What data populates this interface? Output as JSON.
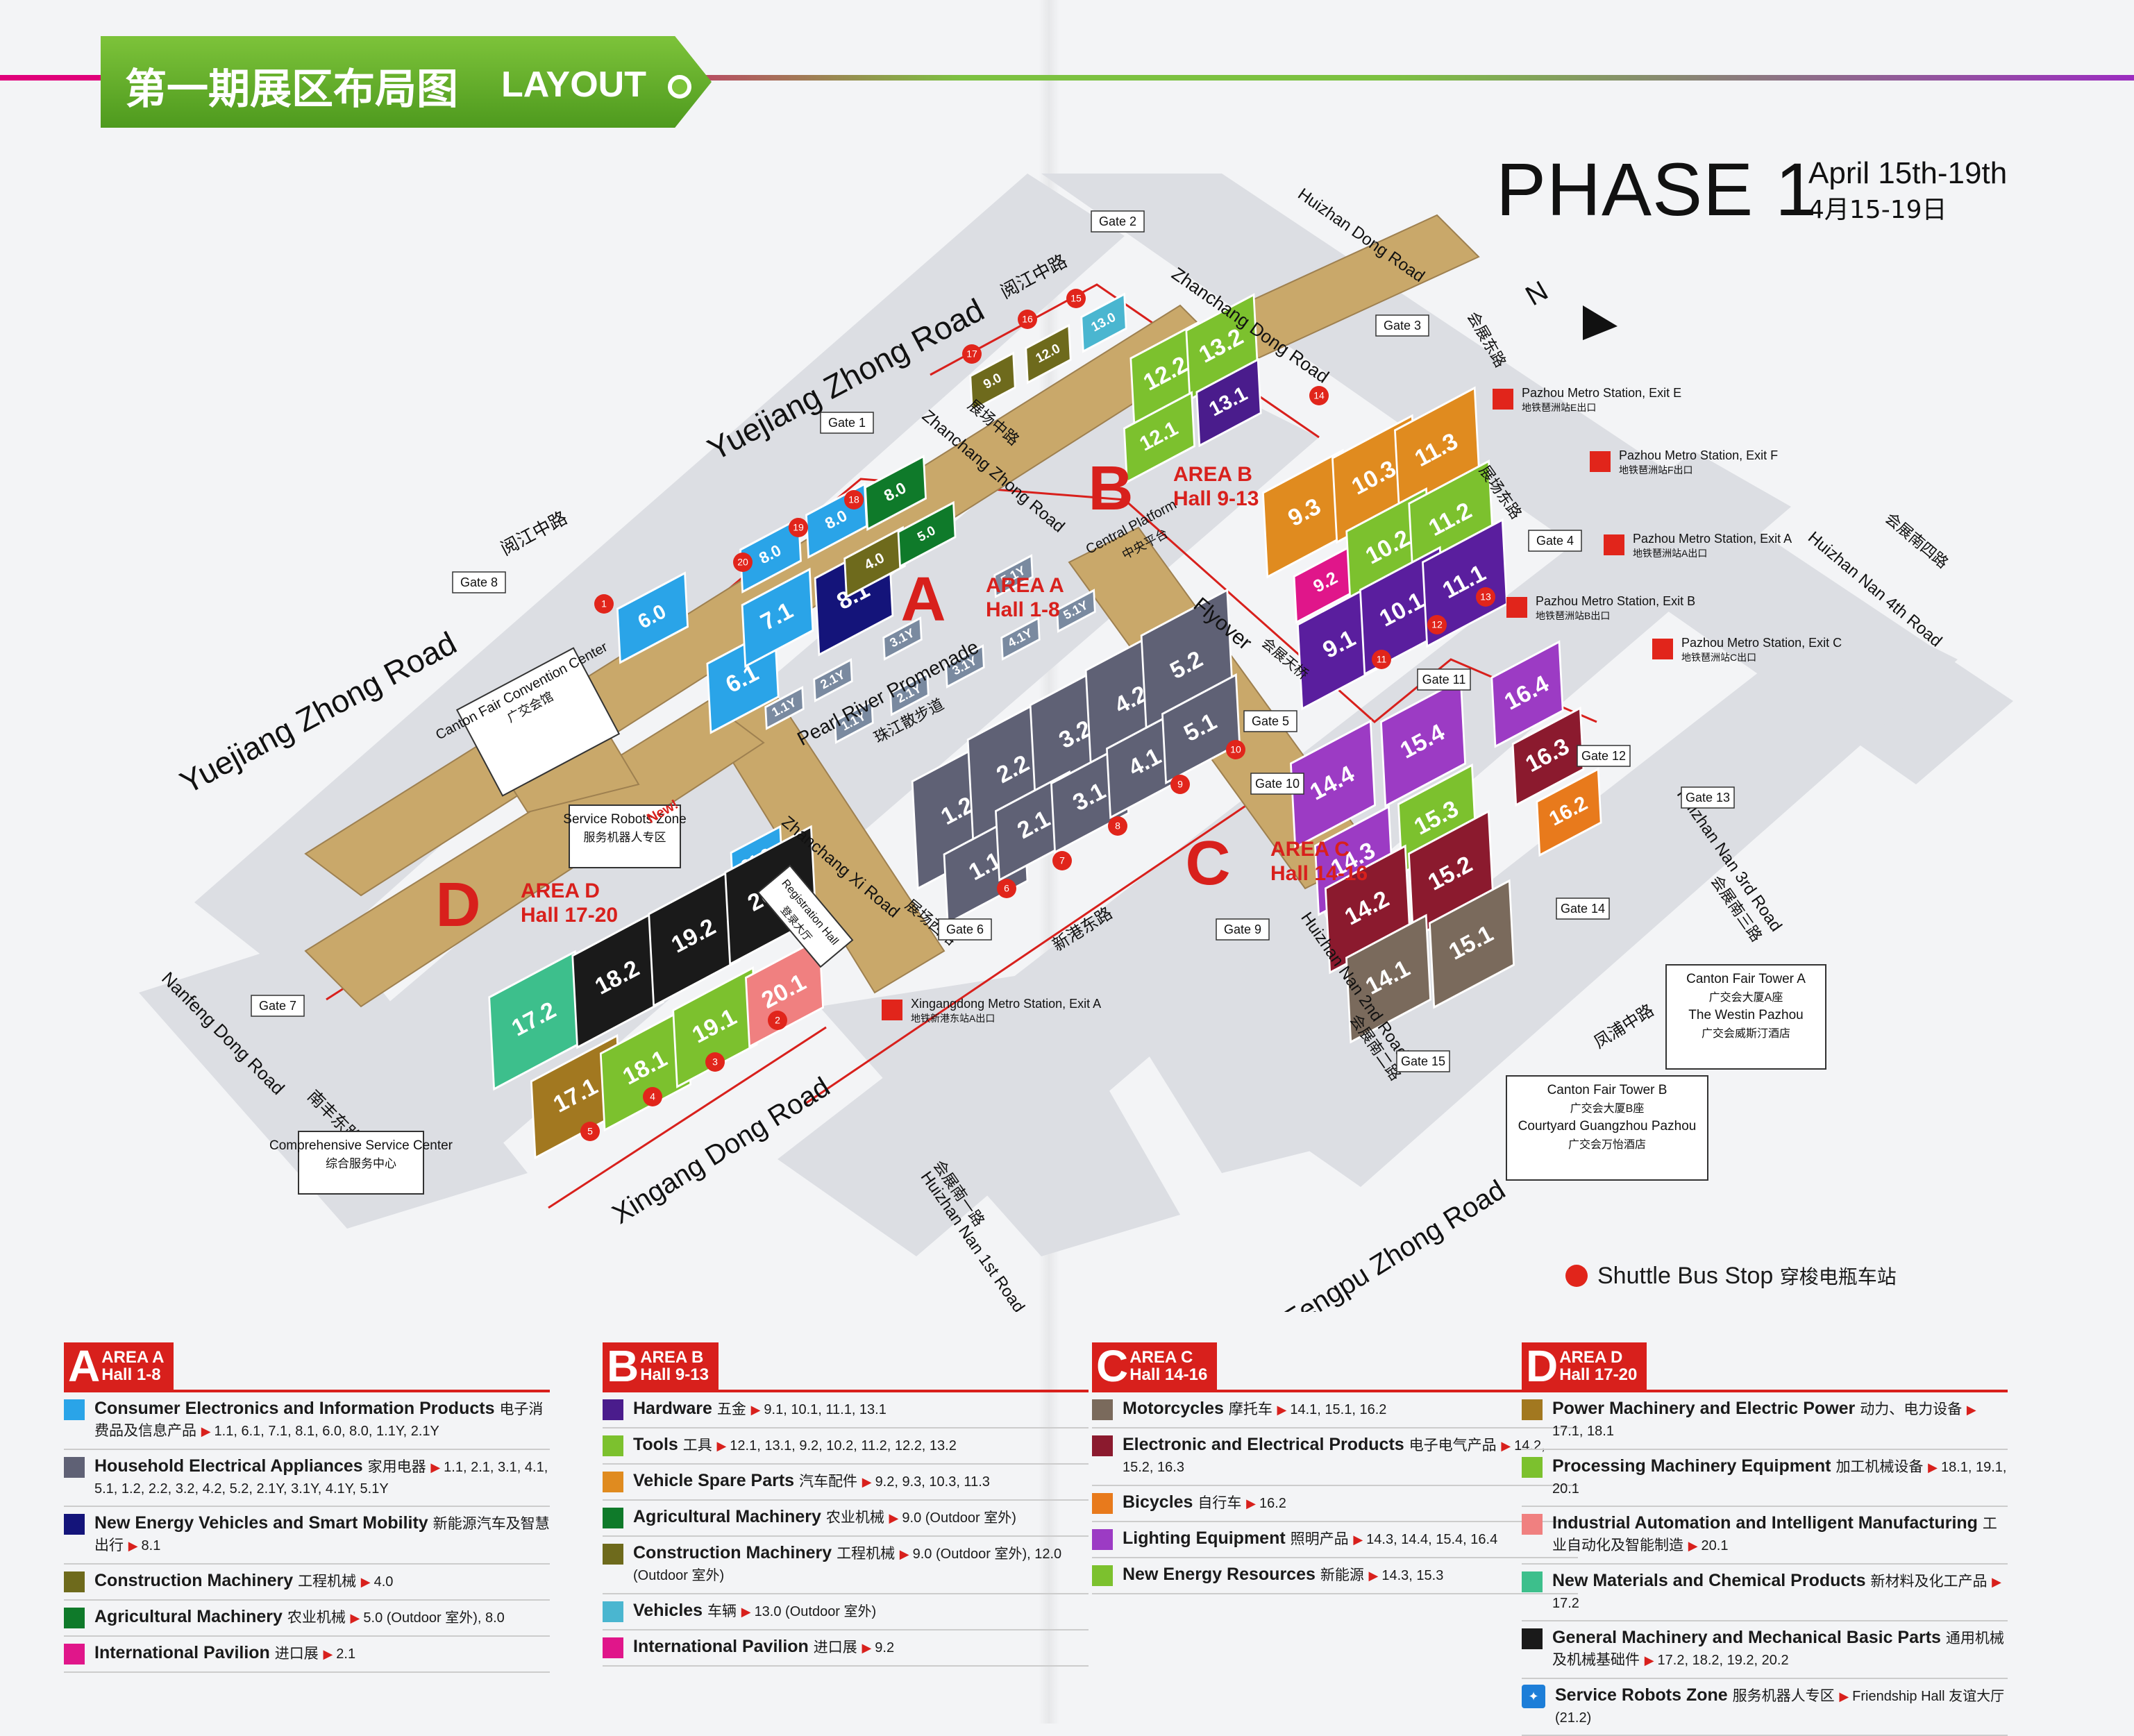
{
  "header": {
    "title_cn": "第一期展区布局图",
    "title_en": "LAYOUT",
    "phase": "PHASE 1",
    "dates_en": "April 15th-19th",
    "dates_cn": "4月15-19日"
  },
  "map": {
    "roads": [
      {
        "id": "yuejiang-upper",
        "label": "Yuejiang Zhong Road"
      },
      {
        "id": "yuejiang-lower",
        "label": "Yuejiang Zhong Road"
      },
      {
        "id": "yuejiang-cn",
        "label": "阅江中路"
      },
      {
        "id": "yuejiang-cn-2",
        "label": "阅江中路"
      },
      {
        "id": "zhanchang-dong",
        "label": "Zhanchang Dong Road"
      },
      {
        "id": "zhanchang-zhong",
        "label": "Zhanchang Zhong Road"
      },
      {
        "id": "zhanchang-zhong-cn",
        "label": "展场中路"
      },
      {
        "id": "zhanchang-xi",
        "label": "Zhanchang Xi Road"
      },
      {
        "id": "zhanchang-xi-cn",
        "label": "展场西路"
      },
      {
        "id": "huizhan-dong",
        "label": "Huizhan Dong Road"
      },
      {
        "id": "huizhan-dong-cn",
        "label": "会展东路"
      },
      {
        "id": "huizhan-nan-4",
        "label": "Huizhan Nan 4th Road"
      },
      {
        "id": "huizhan-nan-4-cn",
        "label": "会展南四路"
      },
      {
        "id": "huizhan-nan-3",
        "label": "Huizhan Nan 3rd Road"
      },
      {
        "id": "huizhan-nan-3-cn",
        "label": "会展南三路"
      },
      {
        "id": "huizhan-nan-2",
        "label": "Huizhan Nan 2nd Road"
      },
      {
        "id": "huizhan-nan-2-cn",
        "label": "会展南二路"
      },
      {
        "id": "huizhan-nan-1",
        "label": "Huizhan Nan 1st Road"
      },
      {
        "id": "huizhan-nan-1-cn",
        "label": "会展南一路"
      },
      {
        "id": "xingang-dong",
        "label": "Xingang Dong Road"
      },
      {
        "id": "xingang-dong-cn",
        "label": "新港东路"
      },
      {
        "id": "fengpu-zhong",
        "label": "Fengpu Zhong Road"
      },
      {
        "id": "fengpu-zhong-cn",
        "label": "凤浦中路"
      },
      {
        "id": "nanfeng-dong",
        "label": "Nanfeng Dong Road"
      },
      {
        "id": "nanfeng-dong-cn",
        "label": "南丰东路"
      },
      {
        "id": "zhanchang-dong-cn",
        "label": "展场东路"
      },
      {
        "id": "promenade",
        "label": "Pearl River Promenade"
      },
      {
        "id": "promenade-cn",
        "label": "珠江散步道"
      },
      {
        "id": "central",
        "label": "Central Platform"
      },
      {
        "id": "central-cn",
        "label": "中央平台"
      },
      {
        "id": "flyover",
        "label": "Flyover"
      },
      {
        "id": "flyover-cn",
        "label": "会展天桥"
      }
    ],
    "gates": [
      "Gate 1",
      "Gate 2",
      "Gate 3",
      "Gate 4",
      "Gate 5",
      "Gate 6",
      "Gate 7",
      "Gate 8",
      "Gate 9",
      "Gate 10",
      "Gate 11",
      "Gate 12",
      "Gate 13",
      "Gate 14",
      "Gate 15"
    ],
    "areas": [
      {
        "letter": "A",
        "label": "AREA A",
        "halls": "Hall 1-8"
      },
      {
        "letter": "B",
        "label": "AREA B",
        "halls": "Hall 9-13"
      },
      {
        "letter": "C",
        "label": "AREA C",
        "halls": "Hall 14-16"
      },
      {
        "letter": "D",
        "label": "AREA D",
        "halls": "Hall 17-20"
      }
    ],
    "halls_a": [
      {
        "n": "6.0",
        "c": "#2aa4e8"
      },
      {
        "n": "6.1",
        "c": "#2aa4e8"
      },
      {
        "n": "7.1",
        "c": "#2aa4e8"
      },
      {
        "n": "8.1",
        "c": "#14147a"
      },
      {
        "n": "8.0",
        "c": "#2aa4e8"
      },
      {
        "n": "8.0",
        "c": "#2aa4e8"
      },
      {
        "n": "8.0",
        "c": "#0f7a2a"
      },
      {
        "n": "4.0",
        "c": "#6e6a1c"
      },
      {
        "n": "5.0",
        "c": "#0f7a2a"
      },
      {
        "n": "1.2",
        "c": "#5f6175"
      },
      {
        "n": "2.2",
        "c": "#5f6175"
      },
      {
        "n": "3.2",
        "c": "#5f6175"
      },
      {
        "n": "4.2",
        "c": "#5f6175"
      },
      {
        "n": "5.2",
        "c": "#5f6175"
      },
      {
        "n": "1.1",
        "c": "#5f6175"
      },
      {
        "n": "2.1",
        "c": "#5f6175"
      },
      {
        "n": "3.1",
        "c": "#5f6175"
      },
      {
        "n": "4.1",
        "c": "#5f6175"
      },
      {
        "n": "5.1",
        "c": "#5f6175"
      }
    ],
    "small_a": [
      "1.1Y",
      "2.1Y",
      "3.1Y",
      "5.1Y",
      "1.1Y",
      "2.1Y",
      "3.1Y",
      "4.1Y",
      "5.1Y"
    ],
    "halls_b": [
      {
        "n": "9.0",
        "c": "#6e6a1c"
      },
      {
        "n": "12.0",
        "c": "#6e6a1c"
      },
      {
        "n": "13.0",
        "c": "#4ab6d0"
      },
      {
        "n": "12.2",
        "c": "#7cc12e"
      },
      {
        "n": "13.2",
        "c": "#7cc12e"
      },
      {
        "n": "12.1",
        "c": "#7cc12e"
      },
      {
        "n": "13.1",
        "c": "#4a1c8c"
      },
      {
        "n": "9.3",
        "c": "#e08b1f"
      },
      {
        "n": "10.3",
        "c": "#e08b1f"
      },
      {
        "n": "11.3",
        "c": "#e08b1f"
      },
      {
        "n": "9.2",
        "c": "#e0168a"
      },
      {
        "n": "10.2",
        "c": "#7cc12e"
      },
      {
        "n": "11.2",
        "c": "#7cc12e"
      },
      {
        "n": "9.1",
        "c": "#5a1e9e"
      },
      {
        "n": "10.1",
        "c": "#5a1e9e"
      },
      {
        "n": "11.1",
        "c": "#5a1e9e"
      }
    ],
    "halls_c": [
      {
        "n": "16.4",
        "c": "#9c3bc4"
      },
      {
        "n": "16.3",
        "c": "#8b1a2e"
      },
      {
        "n": "16.2",
        "c": "#e87a1c"
      },
      {
        "n": "14.4",
        "c": "#9c3bc4"
      },
      {
        "n": "15.4",
        "c": "#9c3bc4"
      },
      {
        "n": "14.3",
        "c": "#9c3bc4"
      },
      {
        "n": "15.3",
        "c": "#7cc12e"
      },
      {
        "n": "14.2",
        "c": "#8b1a2e"
      },
      {
        "n": "15.2",
        "c": "#8b1a2e"
      },
      {
        "n": "14.1",
        "c": "#7a6a5c"
      },
      {
        "n": "15.1",
        "c": "#7a6a5c"
      }
    ],
    "halls_d": [
      {
        "n": "21.2",
        "c": "#2aa4e8"
      },
      {
        "n": "17.2",
        "c": "#3dbf8c"
      },
      {
        "n": "18.2",
        "c": "#1a1a1a"
      },
      {
        "n": "19.2",
        "c": "#1a1a1a"
      },
      {
        "n": "20.2",
        "c": "#1a1a1a"
      },
      {
        "n": "17.1",
        "c": "#a27820"
      },
      {
        "n": "18.1",
        "c": "#7cc12e"
      },
      {
        "n": "19.1",
        "c": "#7cc12e"
      },
      {
        "n": "20.1",
        "c": "#f08080"
      }
    ],
    "buildings": {
      "canton_fair_center_en": "Canton Fair Convention Center",
      "canton_fair_center_cn": "广交会馆",
      "service_robots_en": "Service Robots Zone",
      "service_robots_cn": "服务机器人专区",
      "new_tag": "New!",
      "registration_en": "Registration Hall",
      "registration_cn": "登录大厅",
      "comprehensive_en": "Comprehensive Service Center",
      "comprehensive_cn": "综合服务中心",
      "tower_a_en": "Canton Fair Tower A",
      "tower_a_cn": "广交会大厦A座",
      "westin_en": "The Westin Pazhou",
      "westin_cn": "广交会威斯汀酒店",
      "tower_b_en": "Canton Fair Tower B",
      "tower_b_cn": "广交会大厦B座",
      "courtyard_en": "Courtyard Guangzhou Pazhou",
      "courtyard_cn": "广交会万怡酒店"
    },
    "metro": [
      {
        "en": "Pazhou Metro Station, Exit E",
        "cn": "地铁琶洲站E出口"
      },
      {
        "en": "Pazhou Metro Station, Exit F",
        "cn": "地铁琶洲站F出口"
      },
      {
        "en": "Pazhou Metro Station, Exit A",
        "cn": "地铁琶洲站A出口"
      },
      {
        "en": "Pazhou Metro Station, Exit B",
        "cn": "地铁琶洲站B出口"
      },
      {
        "en": "Pazhou Metro Station, Exit C",
        "cn": "地铁琶洲站C出口"
      },
      {
        "en": "Xingangdong Metro Station, Exit A",
        "cn": "地铁新港东站A出口"
      }
    ],
    "shuttle_stops": [
      "1",
      "2",
      "3",
      "4",
      "5",
      "6",
      "7",
      "8",
      "9",
      "10",
      "11",
      "12",
      "13",
      "14",
      "15",
      "16",
      "17",
      "18",
      "19",
      "20"
    ],
    "compass": "N",
    "colors": {
      "shuttle": "#e1251b",
      "area_red": "#d8201c",
      "route": "#d8201c",
      "corridor": "#c9a86a"
    }
  },
  "shuttle": {
    "label_en": "Shuttle Bus Stop",
    "label_cn": "穿梭电瓶车站"
  },
  "legend": {
    "a": {
      "letter": "A",
      "area": "AREA A",
      "halls": "Hall 1-8",
      "items": [
        {
          "color": "#2aa4e8",
          "en": "Consumer Electronics and Information Products",
          "cn": "电子消费品及信息产品",
          "halls": "1.1, 6.1, 7.1, 8.1, 6.0, 8.0, 1.1Y, 2.1Y"
        },
        {
          "color": "#5f6175",
          "en": "Household Electrical Appliances",
          "cn": "家用电器",
          "halls": "1.1, 2.1, 3.1, 4.1, 5.1, 1.2, 2.2, 3.2, 4.2, 5.2, 2.1Y, 3.1Y, 4.1Y, 5.1Y"
        },
        {
          "color": "#14147a",
          "en": "New Energy Vehicles and Smart Mobility",
          "cn": "新能源汽车及智慧出行",
          "halls": "8.1"
        },
        {
          "color": "#6e6a1c",
          "en": "Construction Machinery",
          "cn": "工程机械",
          "halls": "4.0"
        },
        {
          "color": "#0f7a2a",
          "en": "Agricultural Machinery",
          "cn": "农业机械",
          "halls": "5.0 (Outdoor 室外), 8.0"
        },
        {
          "color": "#e0168a",
          "en": "International Pavilion",
          "cn": "进口展",
          "halls": "2.1"
        }
      ]
    },
    "b": {
      "letter": "B",
      "area": "AREA B",
      "halls": "Hall 9-13",
      "items": [
        {
          "color": "#4a1c8c",
          "en": "Hardware",
          "cn": "五金",
          "halls": "9.1, 10.1, 11.1, 13.1"
        },
        {
          "color": "#7cc12e",
          "en": "Tools",
          "cn": "工具",
          "halls": "12.1, 13.1, 9.2, 10.2, 11.2, 12.2, 13.2"
        },
        {
          "color": "#e08b1f",
          "en": "Vehicle Spare Parts",
          "cn": "汽车配件",
          "halls": "9.2, 9.3, 10.3, 11.3"
        },
        {
          "color": "#0f7a2a",
          "en": "Agricultural Machinery",
          "cn": "农业机械",
          "halls": "9.0 (Outdoor 室外)"
        },
        {
          "color": "#6e6a1c",
          "en": "Construction Machinery",
          "cn": "工程机械",
          "halls": "9.0 (Outdoor 室外), 12.0 (Outdoor 室外)"
        },
        {
          "color": "#4ab6d0",
          "en": "Vehicles",
          "cn": "车辆",
          "halls": "13.0 (Outdoor 室外)"
        },
        {
          "color": "#e0168a",
          "en": "International Pavilion",
          "cn": "进口展",
          "halls": "9.2"
        }
      ]
    },
    "c": {
      "letter": "C",
      "area": "AREA C",
      "halls": "Hall 14-16",
      "items": [
        {
          "color": "#7a6a5c",
          "en": "Motorcycles",
          "cn": "摩托车",
          "halls": "14.1, 15.1, 16.2"
        },
        {
          "color": "#8b1a2e",
          "en": "Electronic and Electrical Products",
          "cn": "电子电气产品",
          "halls": "14.2, 15.2, 16.3"
        },
        {
          "color": "#e87a1c",
          "en": "Bicycles",
          "cn": "自行车",
          "halls": "16.2"
        },
        {
          "color": "#9c3bc4",
          "en": "Lighting Equipment",
          "cn": "照明产品",
          "halls": "14.3, 14.4, 15.4, 16.4"
        },
        {
          "color": "#7cc12e",
          "en": "New Energy Resources",
          "cn": "新能源",
          "halls": "14.3, 15.3"
        }
      ]
    },
    "d": {
      "letter": "D",
      "area": "AREA D",
      "halls": "Hall 17-20",
      "items": [
        {
          "color": "#a27820",
          "en": "Power Machinery and Electric Power",
          "cn": "动力、电力设备",
          "halls": "17.1, 18.1"
        },
        {
          "color": "#7cc12e",
          "en": "Processing Machinery Equipment",
          "cn": "加工机械设备",
          "halls": "18.1, 19.1, 20.1"
        },
        {
          "color": "#f08080",
          "en": "Industrial Automation and Intelligent Manufacturing",
          "cn": "工业自动化及智能制造",
          "halls": "20.1"
        },
        {
          "color": "#3dbf8c",
          "en": "New Materials and Chemical Products",
          "cn": "新材料及化工产品",
          "halls": "17.2"
        },
        {
          "color": "#1a1a1a",
          "en": "General Machinery and Mechanical Basic Parts",
          "cn": "通用机械及机械基础件",
          "halls": "17.2, 18.2, 19.2, 20.2"
        },
        {
          "color": "service",
          "en": "Service Robots Zone",
          "cn": "服务机器人专区",
          "halls": "Friendship Hall 友谊大厅 (21.2)"
        }
      ]
    }
  }
}
